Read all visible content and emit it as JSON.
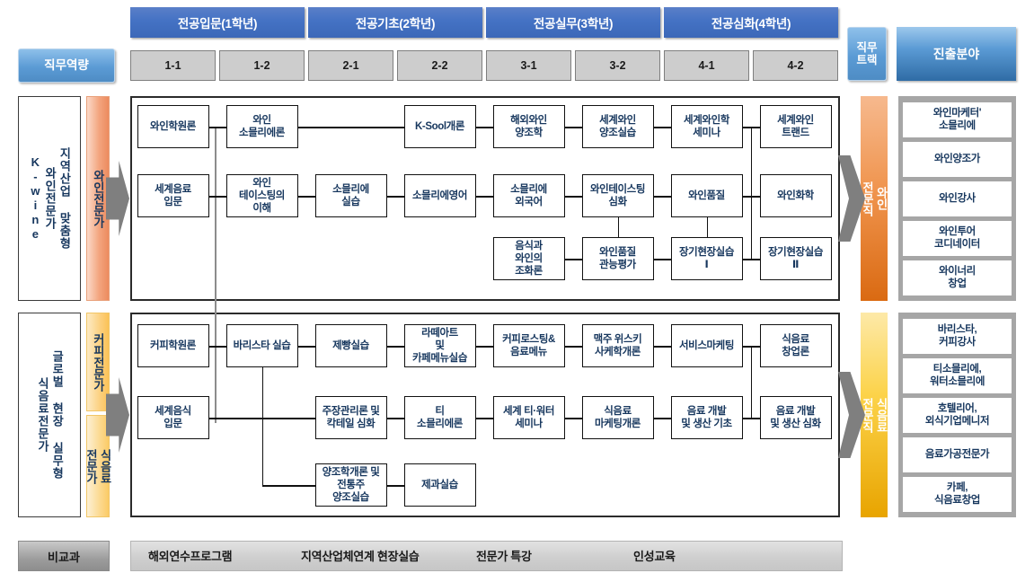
{
  "header": {
    "competency_button": "직무역량",
    "track_button": "직무\n트랙",
    "career_button": "진출분야",
    "phases": [
      {
        "label": "전공입문(1학년)",
        "semesters": [
          "1-1",
          "1-2"
        ]
      },
      {
        "label": "전공기초(2학년)",
        "semesters": [
          "2-1",
          "2-2"
        ]
      },
      {
        "label": "전공실무(3학년)",
        "semesters": [
          "3-1",
          "3-2"
        ]
      },
      {
        "label": "전공심화(4학년)",
        "semesters": [
          "4-1",
          "4-2"
        ]
      }
    ]
  },
  "tracks": [
    {
      "id": "wine",
      "outer_label": "지역산업 맞춤형\n와인전문가\nK-wine",
      "outer_line1": "지역산업 맞춤형",
      "outer_line2": "와인전문가",
      "outer_line3": "K-wine",
      "competencies": [
        "와인전문가"
      ],
      "track_label": "와인\n전문직",
      "accent": "#da6a12",
      "rows": [
        [
          {
            "label": "와인학원론",
            "col": 0
          },
          {
            "label": "와인\n소믈리에론",
            "col": 1
          },
          {
            "label": "K-Sool개론",
            "col": 3
          },
          {
            "label": "해외와인\n양조학",
            "col": 4
          },
          {
            "label": "세계와인\n양조실습",
            "col": 5
          },
          {
            "label": "세계와인학\n세미나",
            "col": 6
          },
          {
            "label": "세계와인\n트랜드",
            "col": 7
          }
        ],
        [
          {
            "label": "세계음료\n입문",
            "col": 0
          },
          {
            "label": "와인\n테이스팅의\n이해",
            "col": 1
          },
          {
            "label": "소믈리에\n실습",
            "col": 2
          },
          {
            "label": "소믈리에영어",
            "col": 3
          },
          {
            "label": "소믈리에\n외국어",
            "col": 4
          },
          {
            "label": "와인테이스팅\n심화",
            "col": 5
          },
          {
            "label": "와인품질",
            "col": 6
          },
          {
            "label": "와인화학",
            "col": 7
          }
        ],
        [
          {
            "label": "음식과\n와인의\n조화론",
            "col": 4
          },
          {
            "label": "와인품질\n관능평가",
            "col": 5
          },
          {
            "label": "장기현장실습\nⅠ",
            "col": 6
          },
          {
            "label": "장기현장실습\nⅡ",
            "col": 7
          }
        ]
      ],
      "careers": [
        "와인마케터'\n소믈리에",
        "와인양조가",
        "와인강사",
        "와인투어\n코디네이터",
        "와이너리\n창업"
      ]
    },
    {
      "id": "food",
      "outer_label": "글로벌 현장 실무형\n식음료전문가",
      "outer_line1": "글로벌 현장 실무형",
      "outer_line2": "식음료전문가",
      "competencies": [
        "커피전문가",
        "식음료\n전문가"
      ],
      "track_label": "식음료\n전문직",
      "accent": "#e8a400",
      "rows": [
        [
          {
            "label": "커피학원론",
            "col": 0
          },
          {
            "label": "바리스타 실습",
            "col": 1
          },
          {
            "label": "제빵실습",
            "col": 2
          },
          {
            "label": "라떼아트\n및\n카페메뉴실습",
            "col": 3
          },
          {
            "label": "커피로스팅&\n음료메뉴",
            "col": 4
          },
          {
            "label": "맥주 위스키\n사케학개론",
            "col": 5
          },
          {
            "label": "서비스마케팅",
            "col": 6
          },
          {
            "label": "식음료\n창업론",
            "col": 7
          }
        ],
        [
          {
            "label": "세계음식\n입문",
            "col": 0
          },
          {
            "label": "주장관리론 및\n칵테일 심화",
            "col": 2
          },
          {
            "label": "티\n소믈리에론",
            "col": 3
          },
          {
            "label": "세계 티·워터\n세미나",
            "col": 4
          },
          {
            "label": "식음료\n마케팅개론",
            "col": 5
          },
          {
            "label": "음료 개발\n및 생산 기초",
            "col": 6
          },
          {
            "label": "음료 개발\n및 생산 심화",
            "col": 7
          }
        ],
        [
          {
            "label": "양조학개론 및\n전통주\n양조실습",
            "col": 2
          },
          {
            "label": "제과실습",
            "col": 3
          }
        ]
      ],
      "careers": [
        "바리스타,\n커피강사",
        "티소믈리에,\n워터소믈리에",
        "호텔리어,\n외식기업메니저",
        "음료가공전문가",
        "카페,\n식음료창업"
      ]
    }
  ],
  "bottom": {
    "label": "비교과",
    "items": [
      "해외연수프로그램",
      "지역산업체연계 현장실습",
      "전문가 특강",
      "인성교육"
    ]
  },
  "colors": {
    "phase_blue": "#4472C4",
    "button_blue": "#5B9BD5",
    "semester_gray": "#CDCDCD",
    "wine_accent": "#ED7D31",
    "food_accent": "#FFC000",
    "career_panel": "#A6A6A6",
    "node_text": "#17375E"
  }
}
